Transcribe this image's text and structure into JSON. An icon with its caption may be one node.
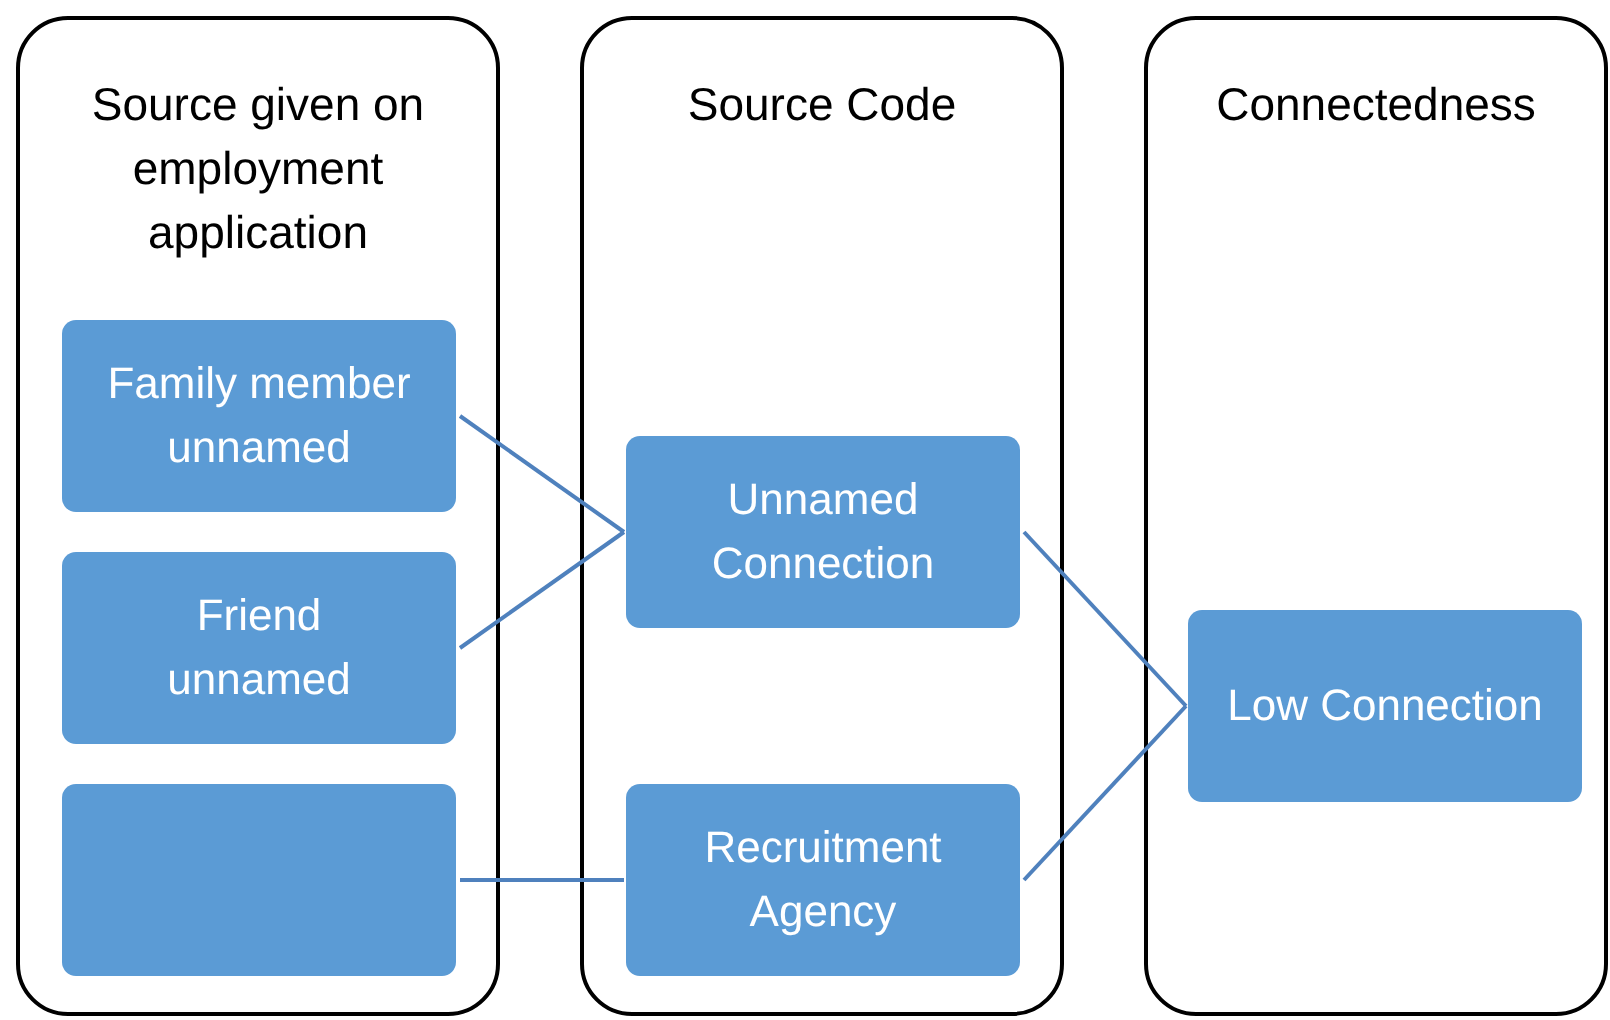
{
  "diagram": {
    "nodes": [
      {
        "text": [
          "Source given on employment application"
        ]
      },
      {
        "text": [
          "Family member unnamed"
        ],
        "in": 0
      },
      {
        "text": [
          "Friend unnamed"
        ],
        "in": 0
      },
      {
        "text": [],
        "shape": "box",
        "in": 0
      },
      {
        "text": [
          "Source Code"
        ]
      },
      {
        "text": [
          "Unnamed Connection"
        ],
        "in": 4
      },
      {
        "text": [
          "Recruitment Agency"
        ],
        "in": 4
      },
      {
        "text": [
          "Connectedness"
        ]
      },
      {
        "text": [
          "Low Connection"
        ],
        "in": 7
      }
    ],
    "edges": [
      {
        "from": 1,
        "to": 5,
        "arrow": "none"
      },
      {
        "from": 2,
        "to": 5,
        "arrow": "none"
      },
      {
        "from": 3,
        "to": 6,
        "arrow": "none"
      },
      {
        "from": 5,
        "to": 8,
        "arrow": "none"
      },
      {
        "from": 6,
        "to": 8,
        "arrow": "none"
      }
    ]
  }
}
